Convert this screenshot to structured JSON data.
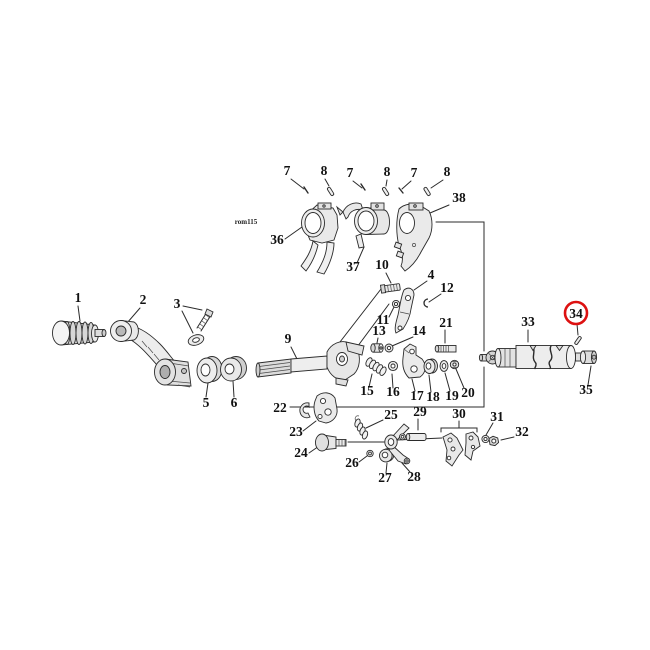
{
  "diagram": {
    "code_label": "rom115",
    "highlighted_part": "34",
    "highlight_color": "#dd1111",
    "line_color": "#2b2b2b",
    "background_color": "#ffffff"
  },
  "part_labels": [
    {
      "text": "1"
    },
    {
      "text": "2"
    },
    {
      "text": "3"
    },
    {
      "text": "5"
    },
    {
      "text": "6"
    },
    {
      "text": "7"
    },
    {
      "text": "8"
    },
    {
      "text": "7"
    },
    {
      "text": "8"
    },
    {
      "text": "7"
    },
    {
      "text": "8"
    },
    {
      "text": "36"
    },
    {
      "text": "37"
    },
    {
      "text": "38"
    },
    {
      "text": "9"
    },
    {
      "text": "10"
    },
    {
      "text": "4"
    },
    {
      "text": "11"
    },
    {
      "text": "12"
    },
    {
      "text": "13"
    },
    {
      "text": "14"
    },
    {
      "text": "21"
    },
    {
      "text": "15"
    },
    {
      "text": "16"
    },
    {
      "text": "17"
    },
    {
      "text": "18"
    },
    {
      "text": "19"
    },
    {
      "text": "20"
    },
    {
      "text": "33"
    },
    {
      "text": "34"
    },
    {
      "text": "35"
    },
    {
      "text": "22"
    },
    {
      "text": "23"
    },
    {
      "text": "24"
    },
    {
      "text": "25"
    },
    {
      "text": "26"
    },
    {
      "text": "27"
    },
    {
      "text": "28"
    },
    {
      "text": "29"
    },
    {
      "text": "30"
    },
    {
      "text": "31"
    },
    {
      "text": "32"
    }
  ]
}
